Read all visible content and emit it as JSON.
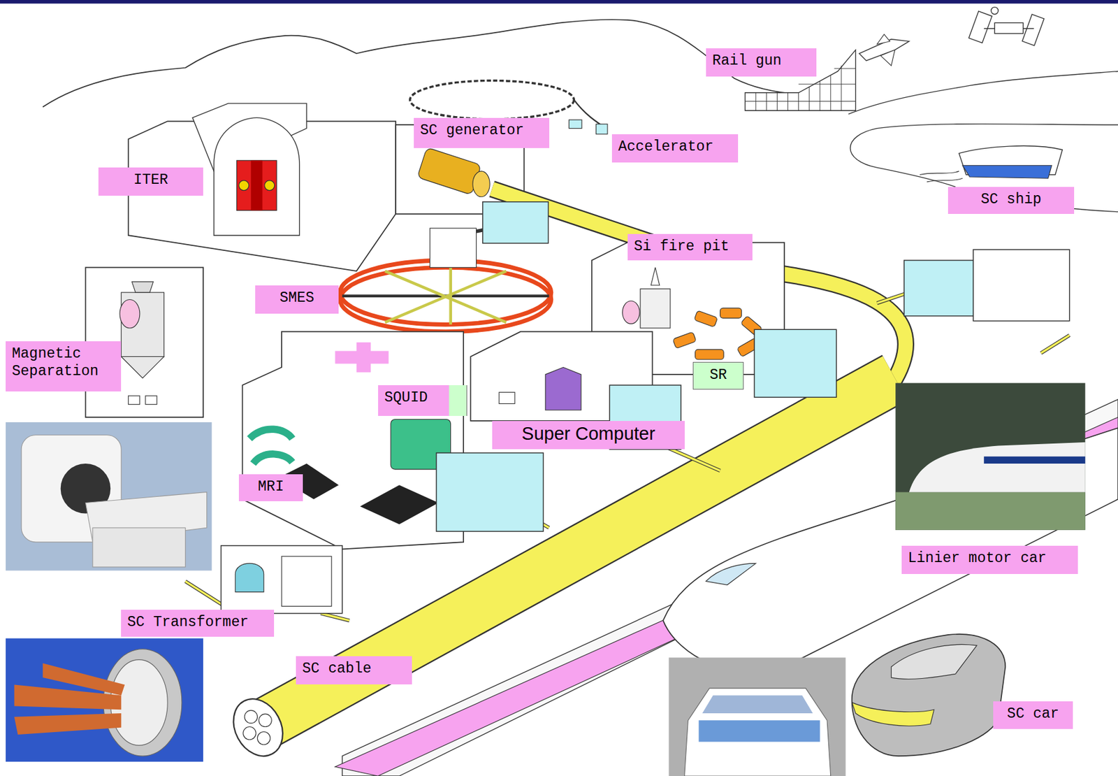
{
  "diagram": {
    "nodes": [
      {
        "text": [
          "Rail gun"
        ]
      },
      {
        "text": [
          "SC generator"
        ]
      },
      {
        "text": [
          "Accelerator"
        ]
      },
      {
        "text": [
          "ITER"
        ]
      },
      {
        "text": [
          "SC ship"
        ]
      },
      {
        "text": [
          "Si fire pit"
        ]
      },
      {
        "text": [
          "SMES"
        ]
      },
      {
        "text": [
          "Magnetic Separation"
        ]
      },
      {
        "text": [
          "SR"
        ]
      },
      {
        "text": [
          "SQUID"
        ]
      },
      {
        "text": [
          "Super Computer"
        ]
      },
      {
        "text": [
          "MRI"
        ]
      },
      {
        "text": [
          "Linier motor car"
        ]
      },
      {
        "text": [
          "SC Transformer"
        ]
      },
      {
        "text": [
          "SC cable"
        ]
      },
      {
        "text": [
          "SC car"
        ]
      }
    ]
  }
}
